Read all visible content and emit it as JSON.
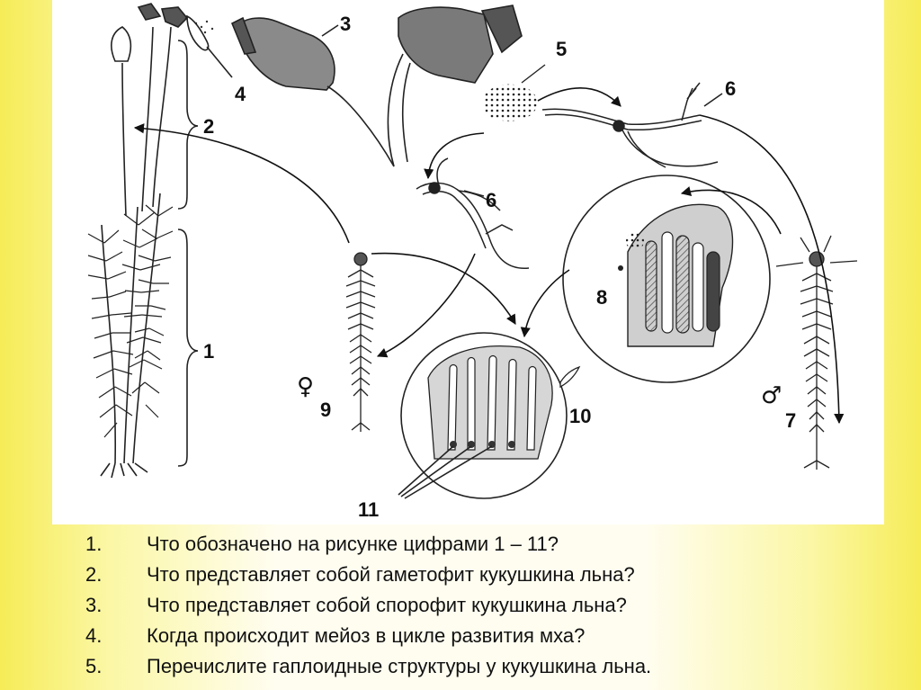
{
  "figure": {
    "labels": [
      "1",
      "2",
      "3",
      "4",
      "5",
      "6",
      "6",
      "7",
      "8",
      "9",
      "10",
      "11"
    ],
    "female_symbol": "♀",
    "male_symbol": "♂"
  },
  "questions": [
    {
      "num": "1.",
      "text": "Что обозначено на рисунке цифрами 1 – 11?"
    },
    {
      "num": "2.",
      "text": "Что представляет собой гаметофит кукушкина льна?"
    },
    {
      "num": "3.",
      "text": "Что представляет собой спорофит кукушкина льна?"
    },
    {
      "num": "4.",
      "text": "Когда происходит мейоз в цикле развития мха?"
    },
    {
      "num": "5.",
      "text": "Перечислите гаплоидные структуры у кукушкина льна."
    }
  ]
}
